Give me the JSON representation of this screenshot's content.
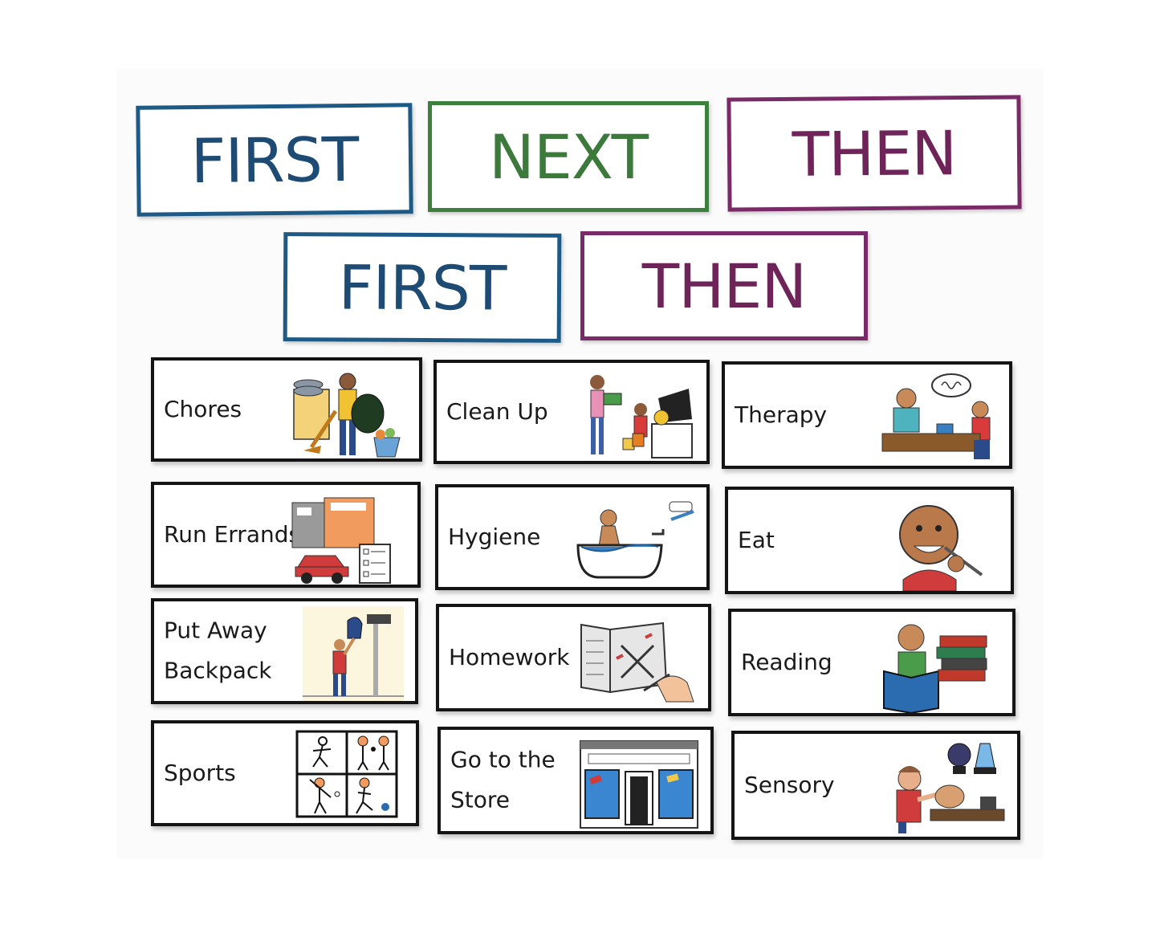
{
  "headers": [
    {
      "text": "FIRST",
      "color": "#1d5a86"
    },
    {
      "text": "NEXT",
      "color": "#3d7f3d"
    },
    {
      "text": "THEN",
      "color": "#7a2a66"
    },
    {
      "text": "FIRST",
      "color": "#1d5a86"
    },
    {
      "text": "THEN",
      "color": "#7a2a66"
    }
  ],
  "activities": [
    {
      "lines": [
        "Chores"
      ],
      "icon": "chores-icon"
    },
    {
      "lines": [
        "Clean Up"
      ],
      "icon": "clean-up-icon"
    },
    {
      "lines": [
        "Therapy"
      ],
      "icon": "therapy-icon"
    },
    {
      "lines": [
        "Run Errands"
      ],
      "icon": "run-errands-icon"
    },
    {
      "lines": [
        "Hygiene"
      ],
      "icon": "hygiene-icon"
    },
    {
      "lines": [
        "Eat"
      ],
      "icon": "eat-icon"
    },
    {
      "lines": [
        "Put Away",
        "Backpack"
      ],
      "icon": "backpack-icon"
    },
    {
      "lines": [
        "Homework"
      ],
      "icon": "homework-icon"
    },
    {
      "lines": [
        "Reading"
      ],
      "icon": "reading-icon"
    },
    {
      "lines": [
        "Sports"
      ],
      "icon": "sports-icon"
    },
    {
      "lines": [
        "Go to the",
        "Store"
      ],
      "icon": "store-icon"
    },
    {
      "lines": [
        "Sensory"
      ],
      "icon": "sensory-icon"
    }
  ]
}
